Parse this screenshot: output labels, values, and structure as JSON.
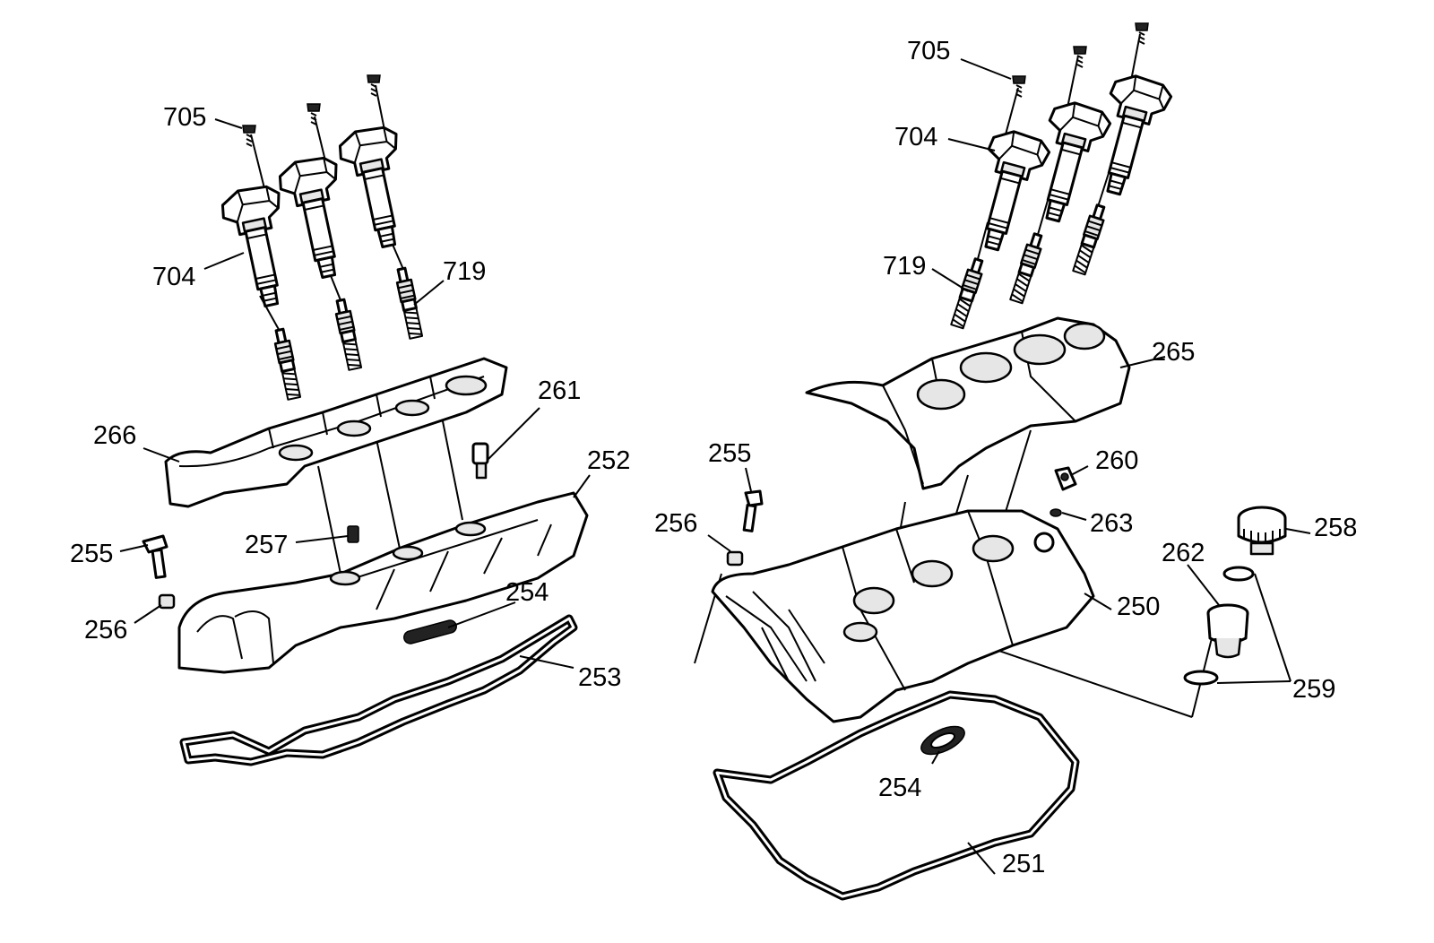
{
  "labels": {
    "left": {
      "l705": "705",
      "l704": "704",
      "l719": "719",
      "l266": "266",
      "l261": "261",
      "l252": "252",
      "l255": "255",
      "l257": "257",
      "l254": "254",
      "l256": "256",
      "l253": "253"
    },
    "right": {
      "l705": "705",
      "l704": "704",
      "l719": "719",
      "l265": "265",
      "l255": "255",
      "l260": "260",
      "l256": "256",
      "l263": "263",
      "l258": "258",
      "l262": "262",
      "l250": "250",
      "l259": "259",
      "l254": "254",
      "l251": "251"
    }
  }
}
